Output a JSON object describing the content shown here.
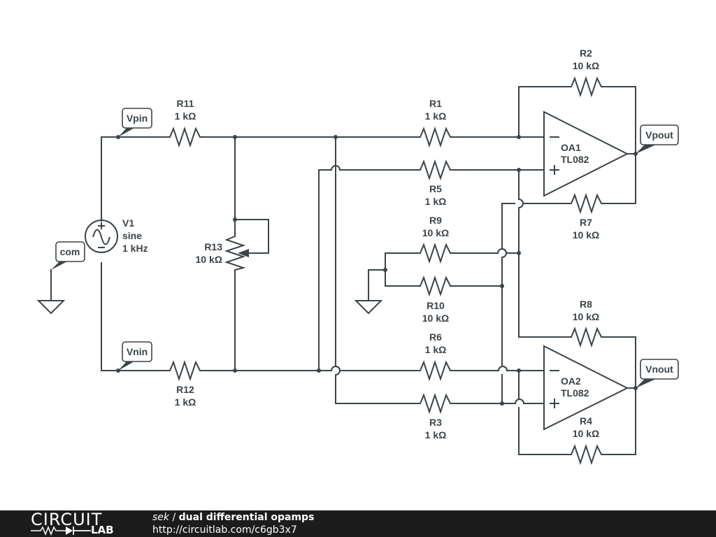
{
  "schematic": {
    "components": {
      "R1": {
        "name": "R1",
        "value": "1 kΩ"
      },
      "R2": {
        "name": "R2",
        "value": "10 kΩ"
      },
      "R3": {
        "name": "R3",
        "value": "1 kΩ"
      },
      "R4": {
        "name": "R4",
        "value": "10 kΩ"
      },
      "R5": {
        "name": "R5",
        "value": "1 kΩ"
      },
      "R6": {
        "name": "R6",
        "value": "1 kΩ"
      },
      "R7": {
        "name": "R7",
        "value": "10 kΩ"
      },
      "R8": {
        "name": "R8",
        "value": "10 kΩ"
      },
      "R9": {
        "name": "R9",
        "value": "10 kΩ"
      },
      "R10": {
        "name": "R10",
        "value": "10 kΩ"
      },
      "R11": {
        "name": "R11",
        "value": "1 kΩ"
      },
      "R12": {
        "name": "R12",
        "value": "1 kΩ"
      },
      "R13": {
        "name": "R13",
        "value": "10 kΩ"
      },
      "V1": {
        "name": "V1",
        "type": "sine",
        "freq": "1 kHz"
      },
      "OA1": {
        "name": "OA1",
        "part": "TL082"
      },
      "OA2": {
        "name": "OA2",
        "part": "TL082"
      }
    },
    "net_labels": {
      "vpin": "Vpin",
      "vnin": "Vnin",
      "com": "com",
      "vpout": "Vpout",
      "vnout": "Vnout"
    },
    "colors": {
      "wire": "#3b4449",
      "background": "#ffffff",
      "footer": "#1c1c1c"
    }
  },
  "footer": {
    "logo_top": "CIRCUIT",
    "logo_bottom": "LAB",
    "user": "sek",
    "separator": " / ",
    "circuit_name": "dual differential opamps",
    "url": "http://circuitlab.com/c6gb3x7"
  }
}
